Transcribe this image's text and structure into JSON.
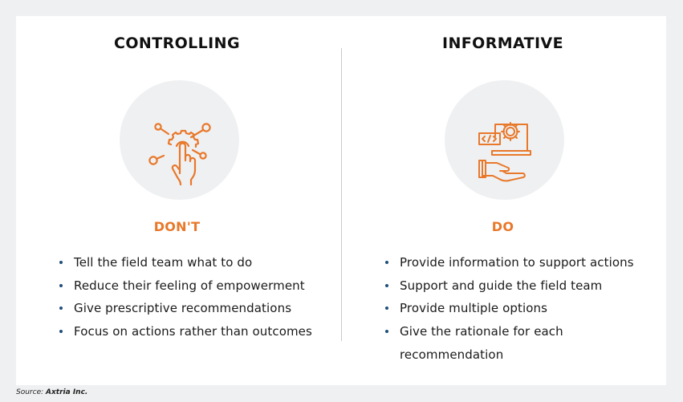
{
  "colors": {
    "page_background": "#eff0f2",
    "card_background": "#ffffff",
    "accent_orange": "#e8782a",
    "bullet_blue": "#1f4e79",
    "title_text": "#111111",
    "divider": "#c9c9c9"
  },
  "left": {
    "title": "CONTROLLING",
    "icon": "touch-network-gear-icon",
    "subhead": "DON'T",
    "points": [
      "Tell the field team what to do",
      "Reduce their feeling of empowerment",
      "Give prescriptive recommendations",
      "Focus on actions rather than outcomes"
    ]
  },
  "right": {
    "title": "INFORMATIVE",
    "icon": "hand-laptop-code-gear-icon",
    "subhead": "DO",
    "points": [
      "Provide information to support actions",
      "Support and guide the field team",
      "Provide multiple options",
      "Give the rationale for each recommendation"
    ]
  },
  "footer": {
    "source_label": "Source:",
    "source_value": "Axtria Inc."
  }
}
